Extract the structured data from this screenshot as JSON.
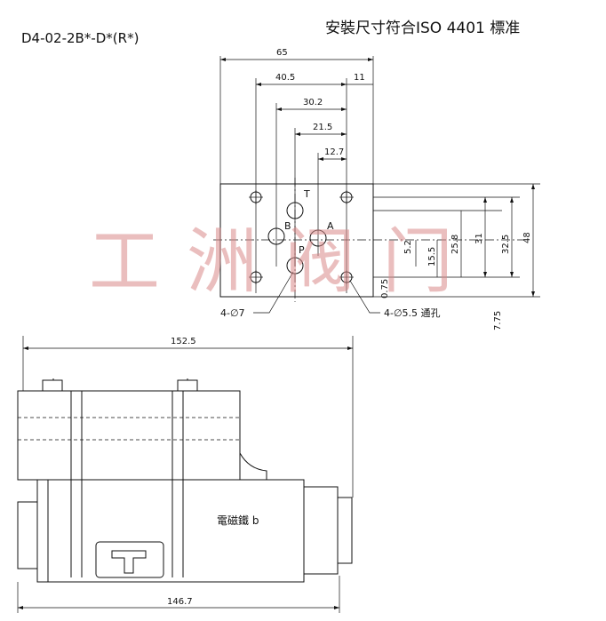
{
  "model_code": "D4-02-2B*-D*(R*)",
  "standard_note": "安裝尺寸符合ISO 4401 標准",
  "watermark": "工洲阀门",
  "mounting_face": {
    "horizontal_dims": [
      "65",
      "40.5",
      "11",
      "30.2",
      "21.5",
      "12.7"
    ],
    "vertical_dims": [
      "5.2",
      "15.5",
      "25.8",
      "31",
      "32.5",
      "48",
      "0.75",
      "7.75"
    ],
    "port_labels": [
      "T",
      "B",
      "A",
      "P"
    ],
    "hole_notes": [
      "4-∅7",
      "4-∅5.5 通孔"
    ]
  },
  "valve_body": {
    "overall_length": "152.5",
    "body_length": "146.7",
    "solenoid_label": "電磁鐵 b"
  }
}
